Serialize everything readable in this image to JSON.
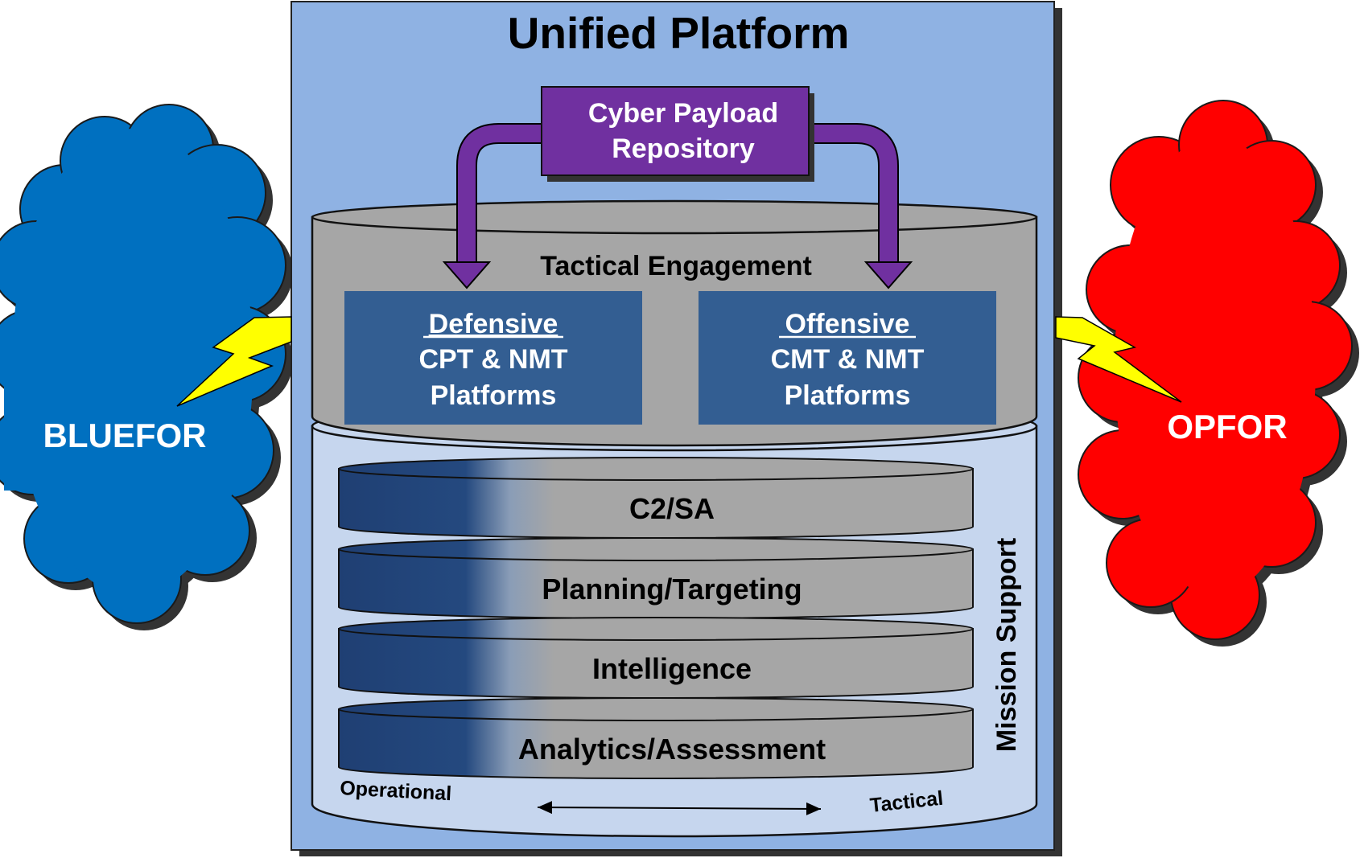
{
  "title": "Unified Platform",
  "repository": {
    "line1": "Cyber Payload",
    "line2": "Repository"
  },
  "tactical": {
    "label": "Tactical Engagement",
    "defensive": {
      "heading": "Defensive",
      "line1": "CPT & NMT",
      "line2": "Platforms"
    },
    "offensive": {
      "heading": "Offensive",
      "line1": "CMT & NMT",
      "line2": "Platforms"
    }
  },
  "mission": {
    "label": "Mission Support",
    "layers": [
      "C2/SA",
      "Planning/Targeting",
      "Intelligence",
      "Analytics/Assessment"
    ],
    "axis_left": "Operational",
    "axis_right": "Tactical"
  },
  "bluefor": "BLUEFOR",
  "opfor": "OPFOR",
  "colors": {
    "platform_bg": "#8fb2e3",
    "purple": "#7030a0",
    "gray": "#a6a6a6",
    "panel_blue": "#335e92",
    "layer_dark": "#1f3f73",
    "mission_bg": "#c6d6ee",
    "blue_cloud": "#0070c0",
    "red_cloud": "#ff0000",
    "bolt": "#ffff00"
  }
}
